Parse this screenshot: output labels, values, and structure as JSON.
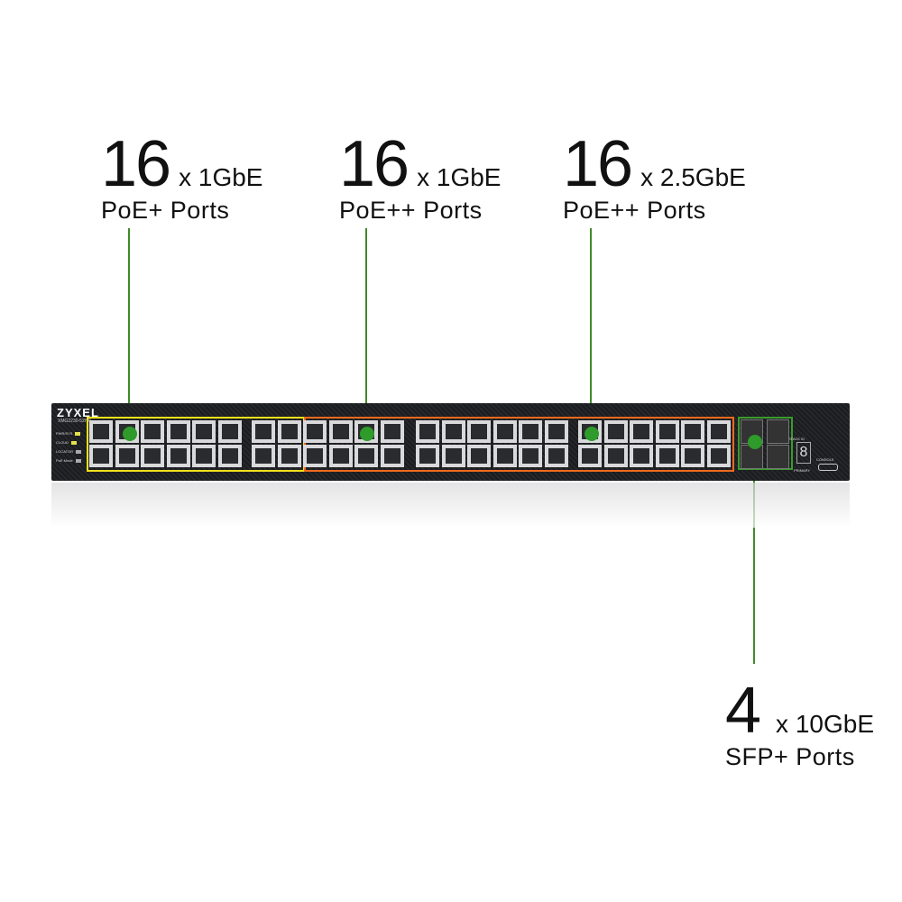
{
  "callouts": [
    {
      "count": "16",
      "speed": "x 1GbE",
      "type": "PoE+ Ports"
    },
    {
      "count": "16",
      "speed": "x 1GbE",
      "type": "PoE++ Ports"
    },
    {
      "count": "16",
      "speed": "x 2.5GbE",
      "type": "PoE++ Ports"
    },
    {
      "count": "4",
      "speed": "x 10GbE",
      "type": "SFP+ Ports"
    }
  ],
  "device": {
    "brand": "ZYXEL",
    "model": "XMG2230-52HP",
    "leds": [
      "PWR/SYS",
      "CLOUD",
      "LOCATOR",
      "PoE Mode"
    ],
    "stack_label": "STACK ID",
    "stack_digit": "8",
    "primary_label": "PRIMARY",
    "console_label": "CONSOLE"
  },
  "colors": {
    "poe_plus": "#f2e21b",
    "poe_plusplus": "#f06a1c",
    "sfp": "#3a9b2c",
    "callout": "#3f8a2a"
  }
}
